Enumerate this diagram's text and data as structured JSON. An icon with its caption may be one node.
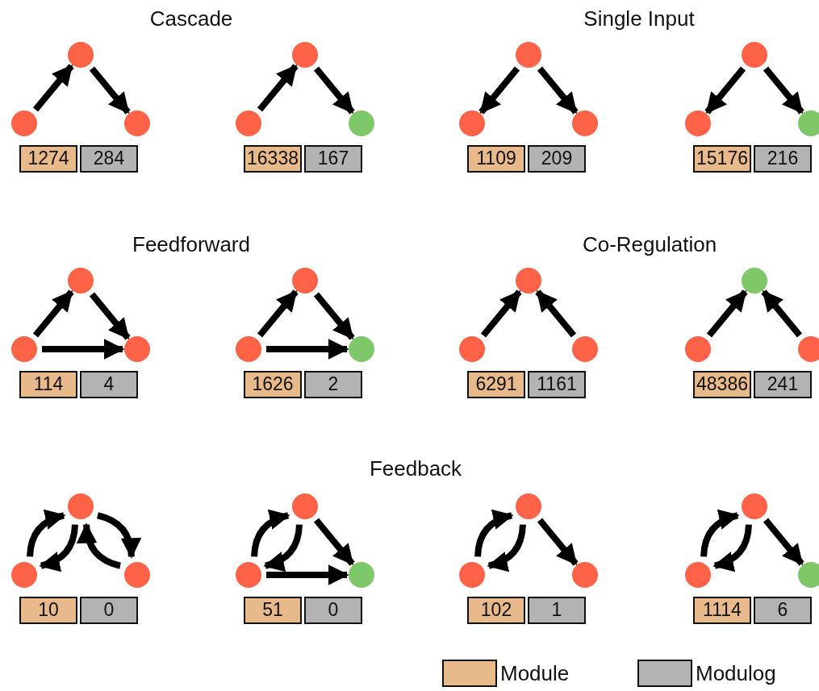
{
  "diagram": {
    "nodes": [
      {
        "text": [],
        "shape": "circle"
      },
      {
        "text": [],
        "shape": "circle"
      },
      {
        "text": [],
        "shape": "circle"
      },
      {
        "text": [
          "1274"
        ]
      },
      {
        "text": [
          "284"
        ]
      },
      {
        "text": [],
        "shape": "circle"
      },
      {
        "text": [],
        "shape": "circle"
      },
      {
        "text": [],
        "shape": "circle"
      },
      {
        "text": [
          "16338"
        ]
      },
      {
        "text": [
          "167"
        ]
      },
      {
        "text": [],
        "shape": "circle"
      },
      {
        "text": [],
        "shape": "circle"
      },
      {
        "text": [],
        "shape": "circle"
      },
      {
        "text": [
          "1109"
        ]
      },
      {
        "text": [
          "209"
        ]
      },
      {
        "text": [],
        "shape": "circle"
      },
      {
        "text": [],
        "shape": "circle"
      },
      {
        "text": [],
        "shape": "circle"
      },
      {
        "text": [
          "15176"
        ]
      },
      {
        "text": [
          "216"
        ]
      },
      {
        "text": [],
        "shape": "circle"
      },
      {
        "text": [],
        "shape": "circle"
      },
      {
        "text": [],
        "shape": "circle"
      },
      {
        "text": [
          "114"
        ]
      },
      {
        "text": [
          "4"
        ]
      },
      {
        "text": [],
        "shape": "circle"
      },
      {
        "text": [],
        "shape": "circle"
      },
      {
        "text": [],
        "shape": "circle"
      },
      {
        "text": [
          "1626"
        ]
      },
      {
        "text": [
          "2"
        ]
      },
      {
        "text": [],
        "shape": "circle"
      },
      {
        "text": [],
        "shape": "circle"
      },
      {
        "text": [],
        "shape": "circle"
      },
      {
        "text": [
          "6291"
        ]
      },
      {
        "text": [
          "1161"
        ]
      },
      {
        "text": [],
        "shape": "circle"
      },
      {
        "text": [],
        "shape": "circle"
      },
      {
        "text": [],
        "shape": "circle"
      },
      {
        "text": [
          "48386"
        ]
      },
      {
        "text": [
          "241"
        ]
      },
      {
        "text": [],
        "shape": "circle"
      },
      {
        "text": [],
        "shape": "circle"
      },
      {
        "text": [],
        "shape": "circle"
      },
      {
        "text": [
          "10"
        ]
      },
      {
        "text": [
          "0"
        ]
      },
      {
        "text": [],
        "shape": "circle"
      },
      {
        "text": [],
        "shape": "circle"
      },
      {
        "text": [],
        "shape": "circle"
      },
      {
        "text": [
          "51"
        ]
      },
      {
        "text": [
          "0"
        ]
      },
      {
        "text": [],
        "shape": "circle"
      },
      {
        "text": [],
        "shape": "circle"
      },
      {
        "text": [],
        "shape": "circle"
      },
      {
        "text": [
          "102"
        ]
      },
      {
        "text": [
          "1"
        ]
      },
      {
        "text": [],
        "shape": "circle"
      },
      {
        "text": [],
        "shape": "circle"
      },
      {
        "text": [],
        "shape": "circle"
      },
      {
        "text": [
          "1114"
        ]
      },
      {
        "text": [
          "6"
        ]
      }
    ],
    "edges": [
      {
        "from": 1,
        "to": 0,
        "arrow": "to"
      },
      {
        "from": 0,
        "to": 2,
        "arrow": "to"
      },
      {
        "from": 6,
        "to": 5,
        "arrow": "to"
      },
      {
        "from": 5,
        "to": 7,
        "arrow": "to"
      },
      {
        "from": 10,
        "to": 11,
        "arrow": "to"
      },
      {
        "from": 10,
        "to": 12,
        "arrow": "to"
      },
      {
        "from": 15,
        "to": 16,
        "arrow": "to"
      },
      {
        "from": 15,
        "to": 17,
        "arrow": "to"
      },
      {
        "from": 21,
        "to": 20,
        "arrow": "to"
      },
      {
        "from": 20,
        "to": 22,
        "arrow": "to"
      },
      {
        "from": 21,
        "to": 22,
        "arrow": "to"
      },
      {
        "from": 26,
        "to": 25,
        "arrow": "to"
      },
      {
        "from": 25,
        "to": 27,
        "arrow": "to"
      },
      {
        "from": 26,
        "to": 27,
        "arrow": "to"
      },
      {
        "from": 31,
        "to": 30,
        "arrow": "to"
      },
      {
        "from": 32,
        "to": 30,
        "arrow": "to"
      },
      {
        "from": 36,
        "to": 35,
        "arrow": "to"
      },
      {
        "from": 37,
        "to": 35,
        "arrow": "to"
      },
      {
        "from": 41,
        "to": 40,
        "arrow": "to"
      },
      {
        "from": 40,
        "to": 41,
        "arrow": "to"
      },
      {
        "from": 42,
        "to": 40,
        "arrow": "to"
      },
      {
        "from": 40,
        "to": 42,
        "arrow": "to"
      },
      {
        "from": 46,
        "to": 45,
        "arrow": "to"
      },
      {
        "from": 45,
        "to": 46,
        "arrow": "to"
      },
      {
        "from": 45,
        "to": 47,
        "arrow": "to"
      },
      {
        "from": 46,
        "to": 47,
        "arrow": "to"
      },
      {
        "from": 51,
        "to": 50,
        "arrow": "to"
      },
      {
        "from": 50,
        "to": 51,
        "arrow": "to"
      },
      {
        "from": 50,
        "to": 52,
        "arrow": "to"
      },
      {
        "from": 56,
        "to": 55,
        "arrow": "to"
      },
      {
        "from": 55,
        "to": 56,
        "arrow": "to"
      },
      {
        "from": 55,
        "to": 57,
        "arrow": "to"
      }
    ],
    "labels": [
      "Cascade",
      "Single Input",
      "Feedforward",
      "Co-Regulation",
      "Feedback"
    ],
    "legend": [
      {
        "text": "Module",
        "color": "#e8b98a"
      },
      {
        "text": "Modulog",
        "color": "#b3b3b3"
      }
    ]
  }
}
